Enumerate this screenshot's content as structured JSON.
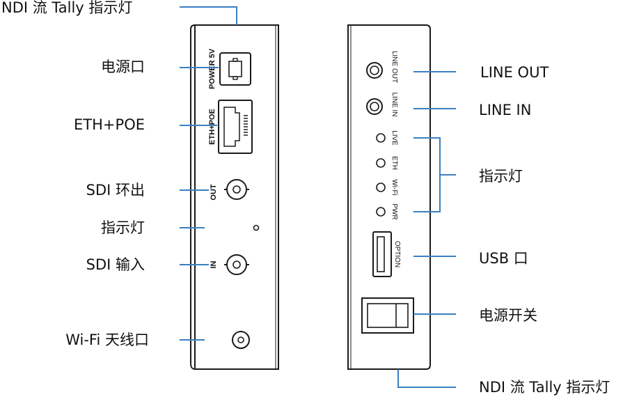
{
  "left_labels": {
    "ndi_tally": "NDI 流 Tally 指示灯",
    "power_port": "电源口",
    "eth_poe": "ETH+POE",
    "sdi_out": "SDI 环出",
    "indicator": "指示灯",
    "sdi_in": "SDI 输入",
    "wifi_antenna": "Wi-Fi 天线口"
  },
  "right_labels": {
    "line_out": "LINE OUT",
    "line_in": "LINE IN",
    "indicators": "指示灯",
    "usb": "USB 口",
    "power_switch": "电源开关",
    "ndi_tally": "NDI 流 Tally 指示灯"
  },
  "left_panel": {
    "power": "POWER 5V",
    "eth": "ETH+POE",
    "out": "OUT",
    "in": "IN"
  },
  "right_panel": {
    "line_out": "LINE OUT",
    "line_in": "LINE IN",
    "live": "LIVE",
    "eth": "ETH",
    "wifi": "Wi-Fi",
    "pwr": "PWR",
    "option": "OPTION"
  },
  "colors": {
    "leader": "#3a7fc1",
    "outline": "#1a1a1a"
  }
}
